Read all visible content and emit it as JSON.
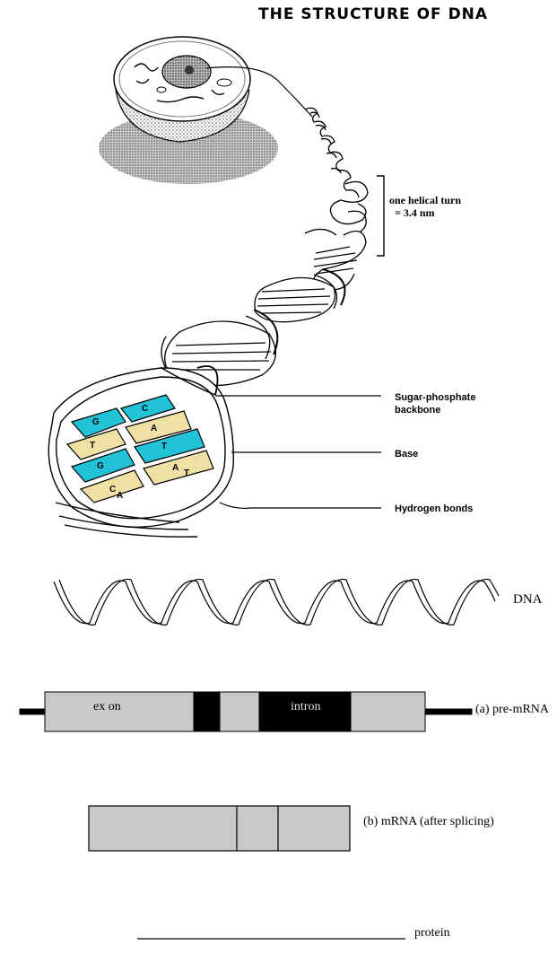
{
  "title": "THE STRUCTURE OF DNA",
  "helix": {
    "turn_label_line1": "one helical turn",
    "turn_label_line2": "= 3.4 nm",
    "label_backbone_1": "Sugar-phosphate",
    "label_backbone_2": "backbone",
    "label_base": "Base",
    "label_hbonds": "Hydrogen bonds",
    "base_letters": [
      "G",
      "C",
      "T",
      "A",
      "G",
      "T",
      "C",
      "A",
      "A",
      "T"
    ]
  },
  "wave": {
    "label": "DNA"
  },
  "premrna": {
    "label": "(a) pre-mRNA",
    "exon_label": "ex on",
    "intron_label": "intron"
  },
  "mrna": {
    "label": "(b) mRNA (after splicing)"
  },
  "protein": {
    "label": "protein"
  },
  "colors": {
    "cyan_base": "#22c3d6",
    "tan_base": "#efe1a3",
    "gray_block": "#c9c9c9",
    "black": "#000000"
  }
}
